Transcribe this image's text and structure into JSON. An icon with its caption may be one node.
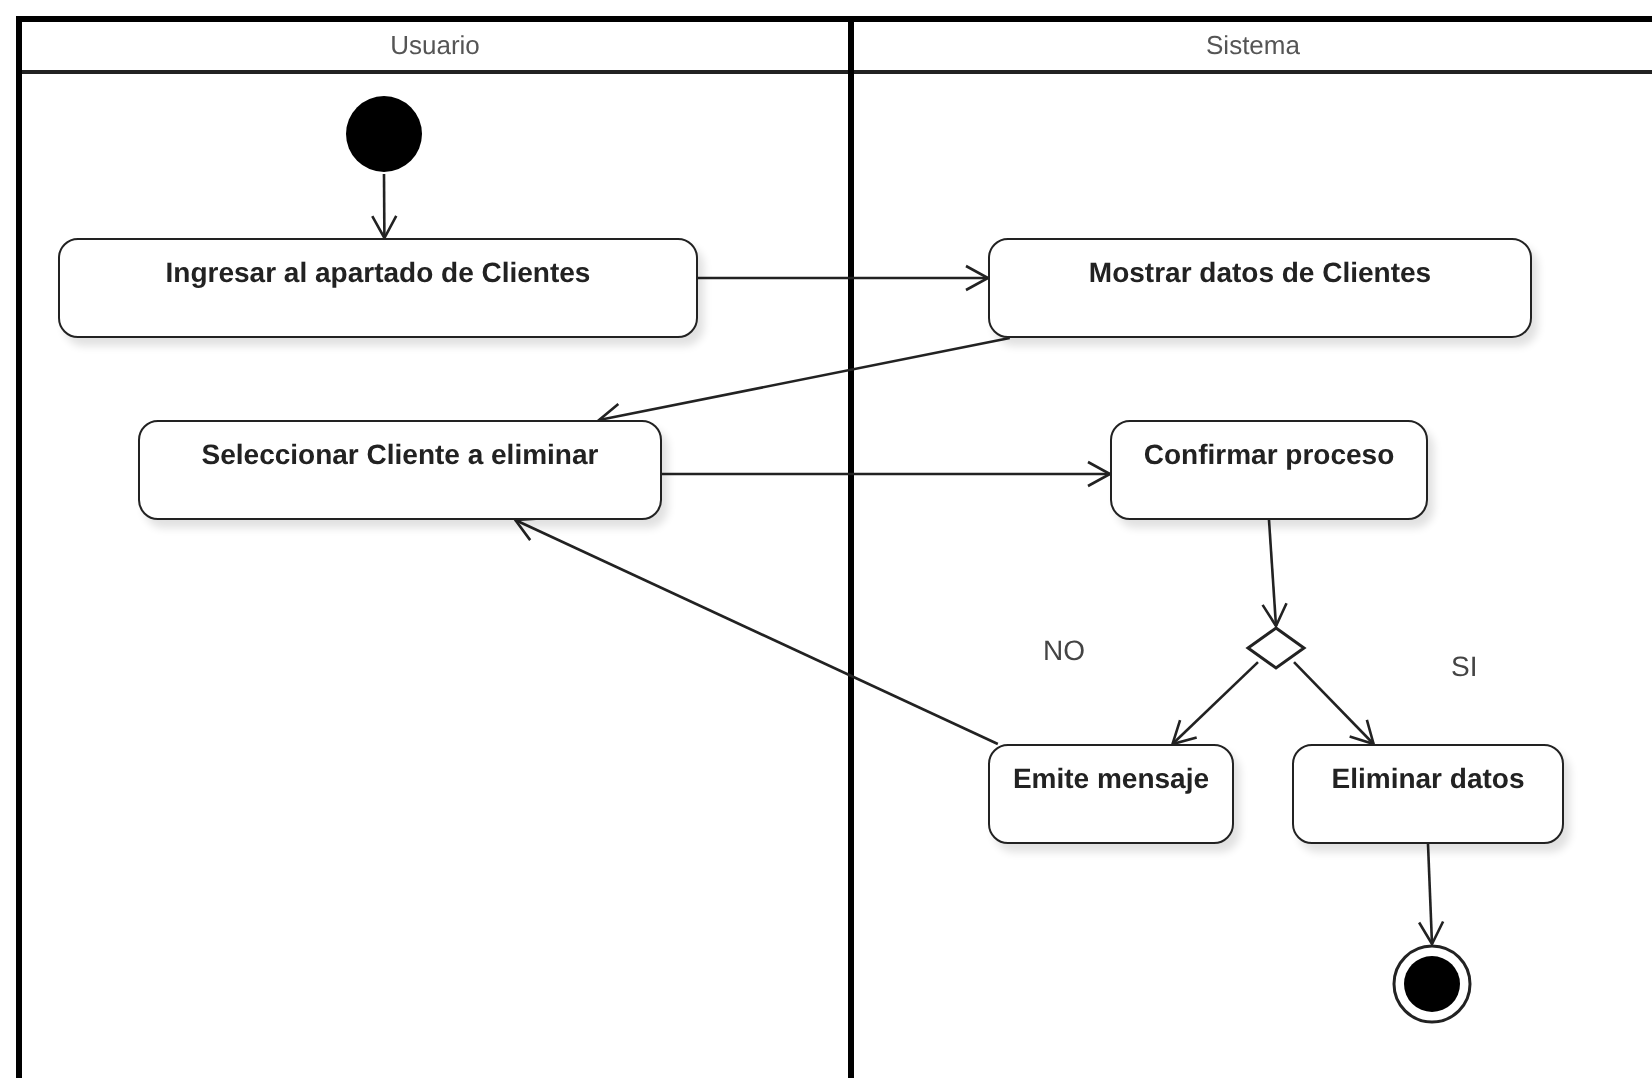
{
  "diagram": {
    "nodes": [
      {
        "text": [
          "Usuario"
        ]
      },
      {
        "text": [
          "Sistema"
        ]
      },
      {
        "text": [],
        "shape": "circle",
        "in": 0
      },
      {
        "text": [
          "Ingresar al apartado de Clientes"
        ],
        "in": 0
      },
      {
        "text": [
          "Mostrar datos de Clientes"
        ],
        "in": 1
      },
      {
        "text": [
          "Seleccionar Cliente a eliminar"
        ],
        "in": 0
      },
      {
        "text": [
          "Confirmar proceso"
        ],
        "in": 1
      },
      {
        "text": [],
        "shape": "diamond",
        "in": 1
      },
      {
        "text": [
          "Emite mensaje"
        ],
        "in": 1
      },
      {
        "text": [
          "Eliminar datos"
        ],
        "in": 1
      },
      {
        "text": [],
        "shape": "bullseye",
        "in": 1
      }
    ],
    "edges": [
      {
        "from": 2,
        "to": 3,
        "arrow": "to"
      },
      {
        "from": 3,
        "to": 4,
        "arrow": "to"
      },
      {
        "from": 4,
        "to": 5,
        "arrow": "to"
      },
      {
        "from": 5,
        "to": 6,
        "arrow": "to"
      },
      {
        "from": 6,
        "to": 7,
        "arrow": "to"
      },
      {
        "from": 7,
        "to": 8,
        "arrow": "to",
        "label": "NO"
      },
      {
        "from": 7,
        "to": 9,
        "arrow": "to",
        "label": "SI"
      },
      {
        "from": 8,
        "to": 5,
        "arrow": "to"
      },
      {
        "from": 9,
        "to": 10,
        "arrow": "to"
      }
    ]
  }
}
